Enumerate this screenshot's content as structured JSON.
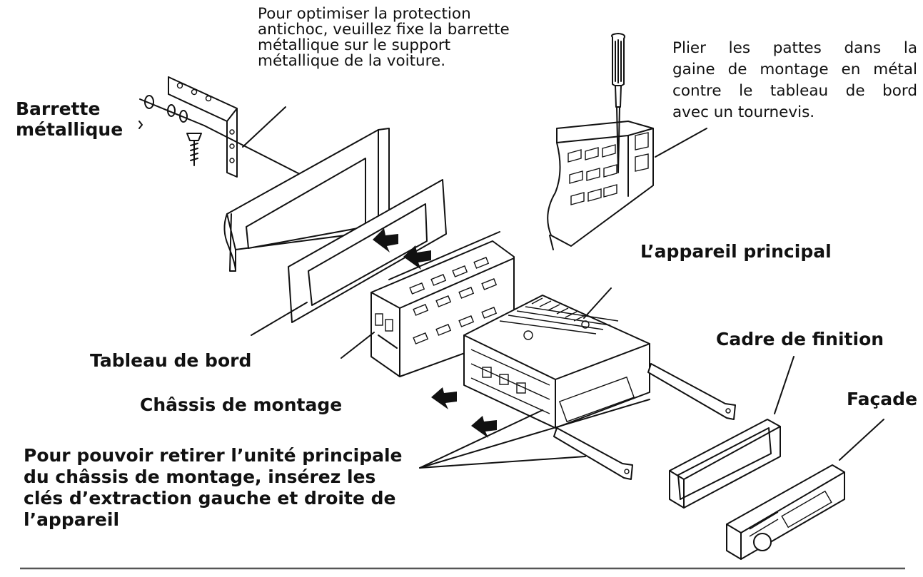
{
  "labels": {
    "barrette": [
      "Barrette",
      "métallique"
    ],
    "note_top": [
      "Pour optimiser la protection",
      "antichoc, veuillez fixe la barrette",
      "métallique sur le support",
      "métallique de la voiture."
    ],
    "note_right": [
      "Plier les pattes dans la",
      "gaine de montage en métal",
      "contre le tableau de bord",
      "avec un tournevis."
    ],
    "appareil": "L’appareil principal",
    "cadre": "Cadre de finition",
    "tableau": "Tableau de bord",
    "chassis": "Châssis de montage",
    "facade": "Façade",
    "note_bottom": [
      "Pour pouvoir retirer l’unité principale",
      "du châssis de montage, insérez les",
      "clés d’extraction gauche et droite de",
      "l’appareil"
    ]
  }
}
